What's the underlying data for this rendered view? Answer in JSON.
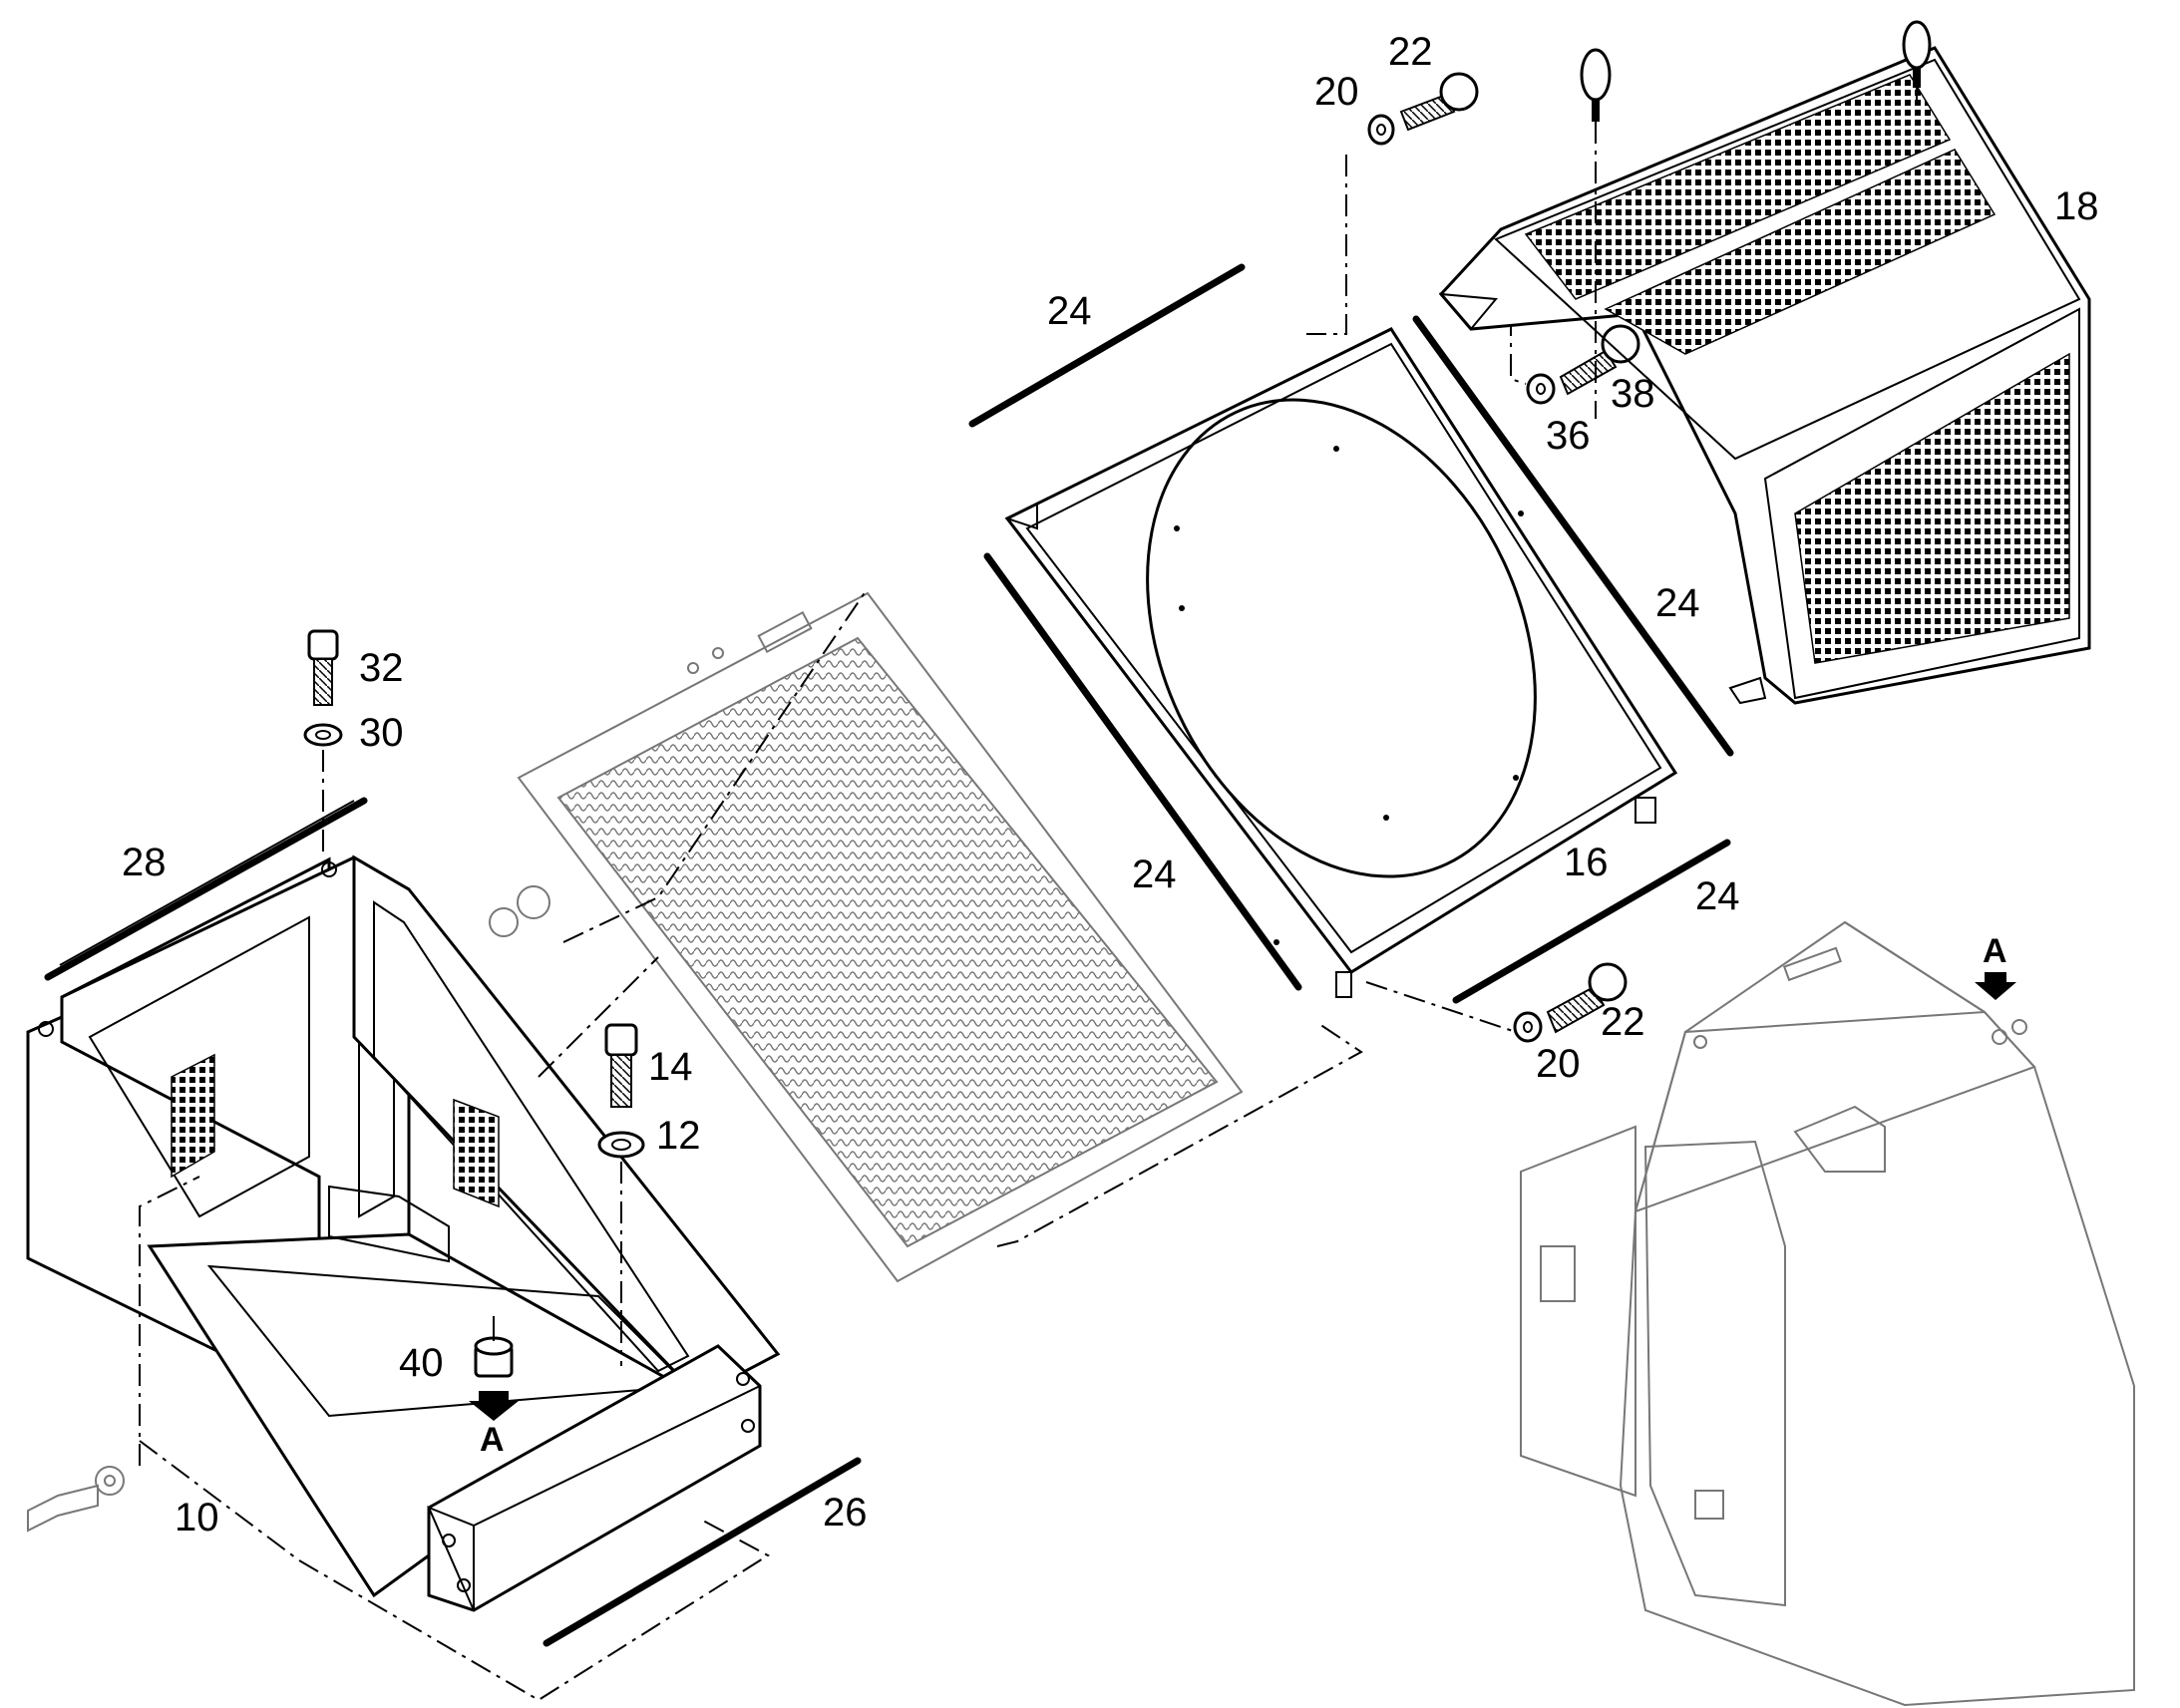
{
  "callouts": {
    "c10": "10",
    "c12": "12",
    "c14": "14",
    "c16": "16",
    "c18": "18",
    "c20a": "20",
    "c20b": "20",
    "c22a": "22",
    "c22b": "22",
    "c24a": "24",
    "c24b": "24",
    "c24c": "24",
    "c24d": "24",
    "c26": "26",
    "c28": "28",
    "c30": "30",
    "c32": "32",
    "c36": "36",
    "c38": "38",
    "c40": "40",
    "view_a_1": "A",
    "view_a_2": "A"
  }
}
